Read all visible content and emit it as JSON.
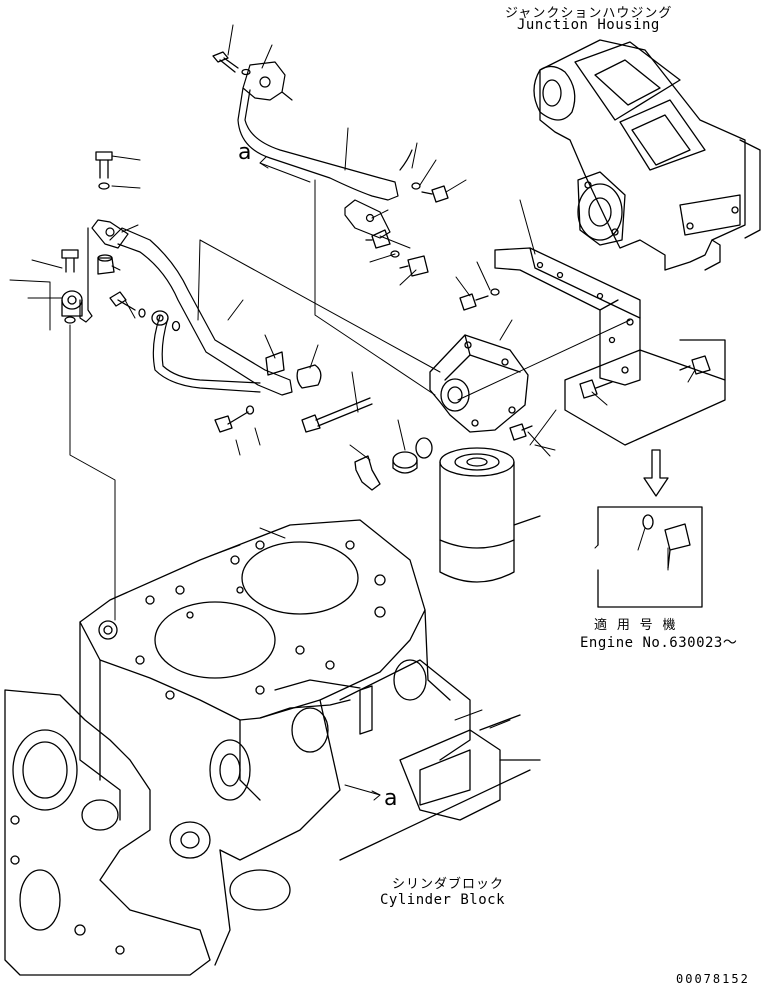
{
  "labels": {
    "junction_jp": "ジャンクションハウジング",
    "junction_en": "Junction Housing",
    "applicable_jp": "適 用 号 機",
    "engine_no": "Engine No.630023～",
    "cylinder_jp": "シリンダブロック",
    "cylinder_en": "Cylinder Block",
    "ref_a_top": "a",
    "ref_a_bottom": "a",
    "drawing_code": "00078152"
  }
}
